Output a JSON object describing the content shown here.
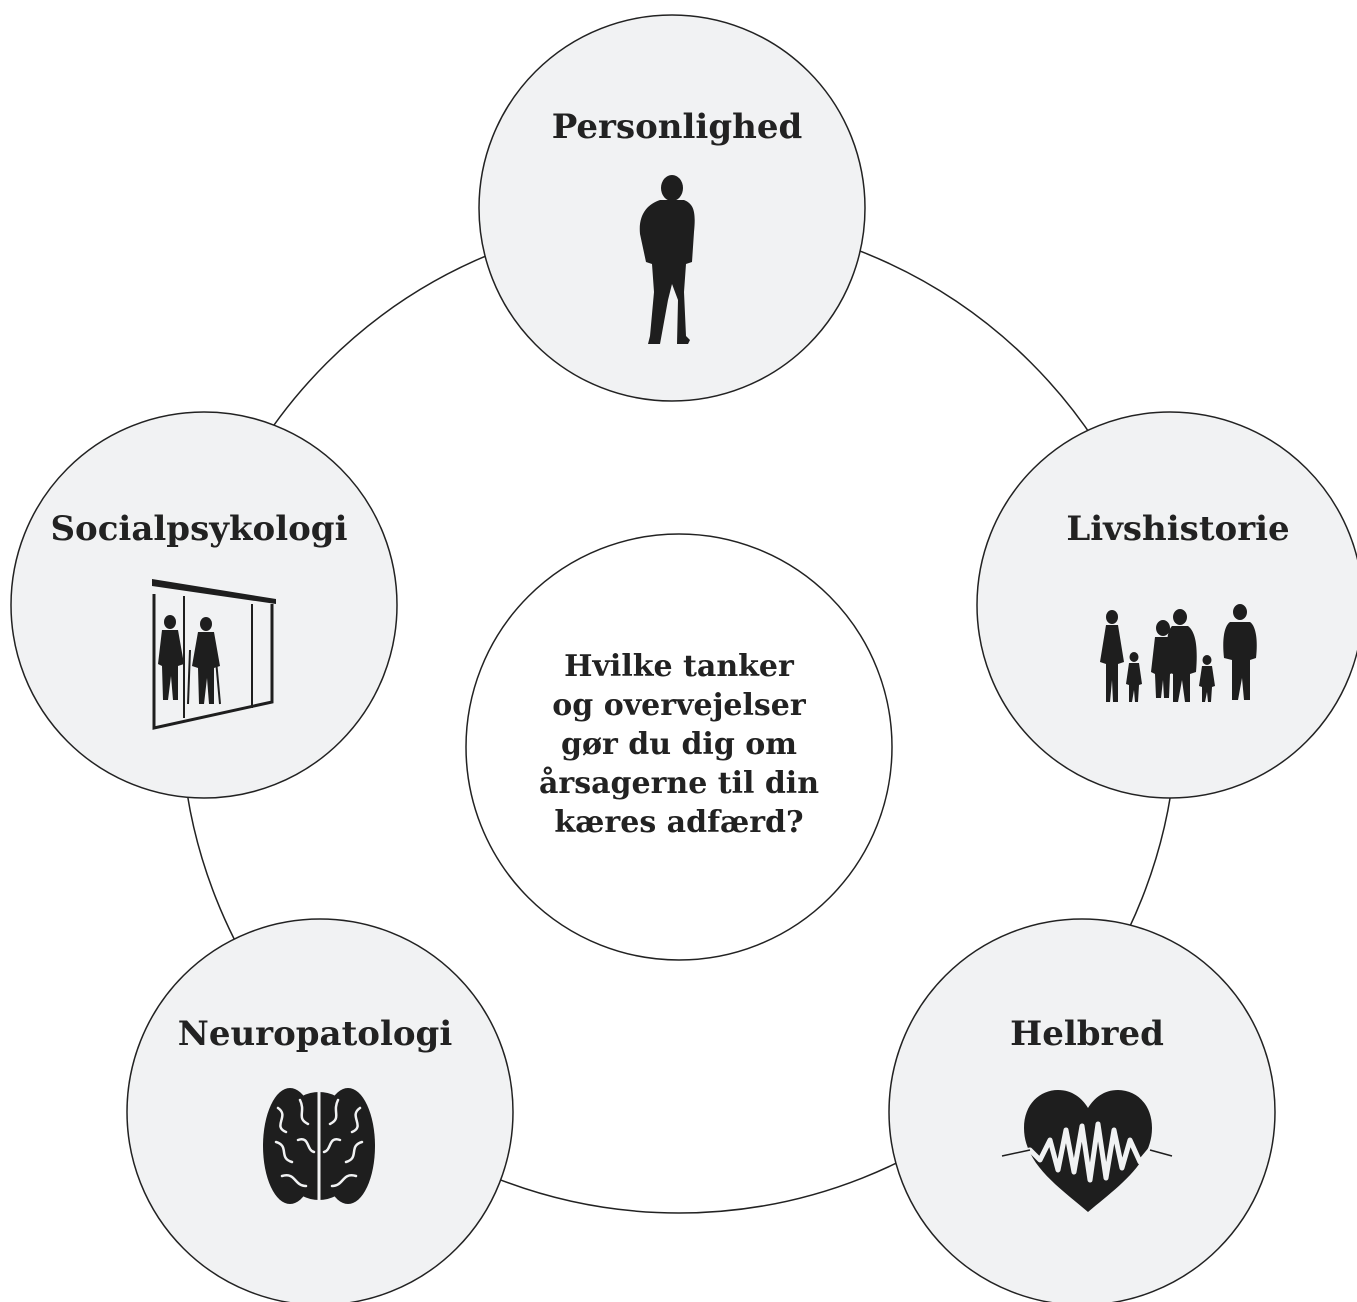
{
  "diagram": {
    "center_question": [
      "Hvilke tanker",
      "og overvejelser",
      "gør du dig om",
      "årsagerne til din",
      "kæres adfærd?"
    ],
    "nodes": [
      {
        "label": "Personlighed",
        "icon": "standing-man-icon"
      },
      {
        "label": "Livshistorie",
        "icon": "family-icon"
      },
      {
        "label": "Helbred",
        "icon": "heartbeat-heart-icon"
      },
      {
        "label": "Neuropatologi",
        "icon": "brain-icon"
      },
      {
        "label": "Socialpsykologi",
        "icon": "elderly-people-window-icon"
      }
    ],
    "colors": {
      "node_fill": "#f1f2f3",
      "stroke": "#222222",
      "icon": "#1e1e1e"
    }
  }
}
